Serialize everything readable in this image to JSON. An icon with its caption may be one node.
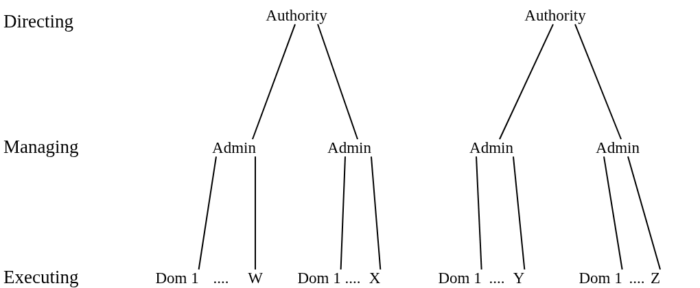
{
  "diagram": {
    "nodes": [
      {
        "text": [
          "Authority"
        ]
      },
      {
        "text": [
          "Authority"
        ]
      },
      {
        "text": [
          "Admin"
        ]
      },
      {
        "text": [
          "Admin"
        ]
      },
      {
        "text": [
          "Admin"
        ]
      },
      {
        "text": [
          "Admin"
        ]
      },
      {
        "text": [
          "Dom 1"
        ]
      },
      {
        "text": [
          "W"
        ]
      },
      {
        "text": [
          "Dom 1"
        ]
      },
      {
        "text": [
          "X"
        ]
      },
      {
        "text": [
          "Dom 1"
        ]
      },
      {
        "text": [
          "Y"
        ]
      },
      {
        "text": [
          "Dom 1"
        ]
      },
      {
        "text": [
          "Z"
        ]
      }
    ],
    "edges": [
      {
        "from": 0,
        "to": 2,
        "arrow": "none"
      },
      {
        "from": 0,
        "to": 3,
        "arrow": "none"
      },
      {
        "from": 1,
        "to": 4,
        "arrow": "none"
      },
      {
        "from": 1,
        "to": 5,
        "arrow": "none"
      },
      {
        "from": 2,
        "to": 6,
        "arrow": "none"
      },
      {
        "from": 2,
        "to": 7,
        "arrow": "none"
      },
      {
        "from": 3,
        "to": 8,
        "arrow": "none"
      },
      {
        "from": 3,
        "to": 9,
        "arrow": "none"
      },
      {
        "from": 4,
        "to": 10,
        "arrow": "none"
      },
      {
        "from": 4,
        "to": 11,
        "arrow": "none"
      },
      {
        "from": 5,
        "to": 12,
        "arrow": "none"
      },
      {
        "from": 5,
        "to": 13,
        "arrow": "none"
      }
    ],
    "labels": [
      "Directing",
      "Managing",
      "Executing",
      "....",
      "....",
      "....",
      "...."
    ]
  }
}
